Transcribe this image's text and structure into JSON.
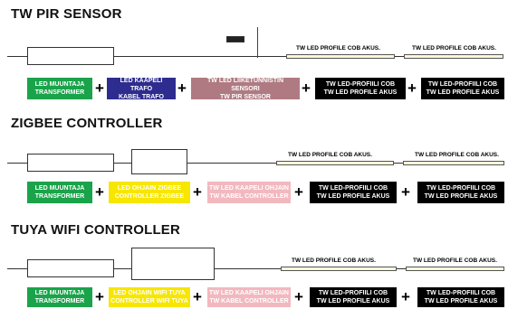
{
  "sections": [
    {
      "title": "TW PIR SENSOR",
      "strip_labels": [
        "TW LED PROFILE COB AKUS.",
        "TW LED PROFILE COB AKUS."
      ],
      "badges": [
        {
          "line1": "LED MUUNTAJA",
          "line2": "TRANSFORMER",
          "color": "#1aa34a",
          "text_color": "#ffffff"
        },
        {
          "line1": "LED KAAPELI TRAFO",
          "line2": "KABEL TRAFO",
          "color": "#2e2c8f",
          "text_color": "#ffffff"
        },
        {
          "line1": "TW LED LIIKETUNNISTIN SENSORI",
          "line2": "TW PIR SENSOR",
          "color": "#b07a82",
          "text_color": "#ffffff"
        },
        {
          "line1": "TW LED-PROFIILI COB",
          "line2": "TW LED PROFILE AKUS",
          "color": "#000000",
          "text_color": "#ffffff"
        },
        {
          "line1": "TW LED-PROFIILI COB",
          "line2": "TW LED PROFILE AKUS",
          "color": "#000000",
          "text_color": "#ffffff"
        }
      ]
    },
    {
      "title": "ZIGBEE CONTROLLER",
      "strip_labels": [
        "TW LED PROFILE COB AKUS.",
        "TW LED PROFILE COB AKUS."
      ],
      "badges": [
        {
          "line1": "LED MUUNTAJA",
          "line2": "TRANSFORMER",
          "color": "#1aa34a",
          "text_color": "#ffffff"
        },
        {
          "line1": "LED OHJAIN ZIGBEE",
          "line2": "CONTROLLER ZIGBEE",
          "color": "#f7e600",
          "text_color": "#ffffff"
        },
        {
          "line1": "TW LED KAAPELI OHJAIN",
          "line2": "TW KABEL CONTROLLER",
          "color": "#f2b8bf",
          "text_color": "#ffffff"
        },
        {
          "line1": "TW LED-PROFIILI COB",
          "line2": "TW LED PROFILE AKUS",
          "color": "#000000",
          "text_color": "#ffffff"
        },
        {
          "line1": "TW LED-PROFIILI COB",
          "line2": "TW LED PROFILE AKUS",
          "color": "#000000",
          "text_color": "#ffffff"
        }
      ]
    },
    {
      "title": "TUYA WIFI CONTROLLER",
      "strip_labels": [
        "TW LED PROFILE COB AKUS.",
        "TW LED PROFILE COB AKUS."
      ],
      "badges": [
        {
          "line1": "LED MUUNTAJA",
          "line2": "TRANSFORMER",
          "color": "#1aa34a",
          "text_color": "#ffffff"
        },
        {
          "line1": "LED OHJAIN WIFI TUYA",
          "line2": "CONTROLLER WIFI TUYA",
          "color": "#f7e600",
          "text_color": "#ffffff"
        },
        {
          "line1": "TW LED KAAPELI OHJAIN",
          "line2": "TW KABEL CONTROLLER",
          "color": "#f2b8bf",
          "text_color": "#ffffff"
        },
        {
          "line1": "TW LED-PROFIILI COB",
          "line2": "TW LED PROFILE AKUS",
          "color": "#000000",
          "text_color": "#ffffff"
        },
        {
          "line1": "TW LED-PROFIILI COB",
          "line2": "TW LED PROFILE AKUS",
          "color": "#000000",
          "text_color": "#ffffff"
        }
      ]
    }
  ],
  "plus_sign": "+"
}
